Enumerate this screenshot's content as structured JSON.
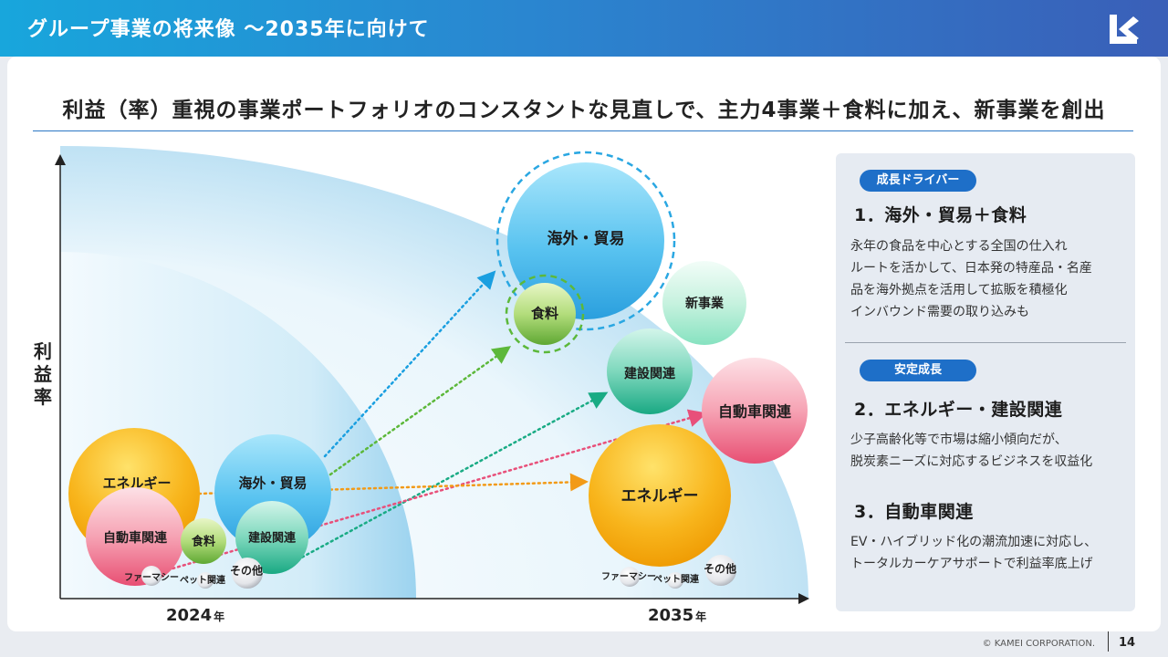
{
  "header": {
    "title": "グループ事業の将来像 ～2035年に向けて"
  },
  "subtitle": "利益（率）重視の事業ポートフォリオのコンスタントな見直しで、主力4事業＋食料に加え、新事業を創出",
  "chart": {
    "y_axis_label": "利益率",
    "x_2024": "2024",
    "x_2035": "2035",
    "year_suffix": "年"
  },
  "bubbles_2024": {
    "energy": "エネルギー",
    "overseas": "海外・貿易",
    "auto": "自動車関連",
    "food": "食料",
    "construction": "建設関連",
    "other": "その他",
    "pharmacy": "ファーマシー",
    "pet": "ペット関連"
  },
  "bubbles_2035": {
    "overseas": "海外・貿易",
    "food": "食料",
    "new_business": "新事業",
    "construction": "建設関連",
    "auto": "自動車関連",
    "energy": "エネルギー",
    "other": "その他",
    "pharmacy": "ファーマシー",
    "pet": "ペット関連"
  },
  "colors": {
    "header_start": "#18a6dc",
    "header_end": "#3a5fb8",
    "accent_blue": "#1e6fc8",
    "energy_orange": "#f5a300",
    "overseas_blue": "#3aaee6",
    "auto_pink": "#ec5a7c",
    "food_green": "#6fb43c",
    "construction_teal": "#1fb28f",
    "new_business_mint": "#8ee6c6"
  },
  "panel": {
    "growth_badge": "成長ドライバー",
    "item1_title": "1．海外・貿易＋食料",
    "item1_lines": [
      "永年の食品を中心とする全国の仕入れ",
      "ルートを活かして、日本発の特産品・名産",
      "品を海外拠点を活用して拡販を積極化",
      "インバウンド需要の取り込みも"
    ],
    "stable_badge": "安定成長",
    "item2_title": "2．エネルギー・建設関連",
    "item2_lines": [
      "少子高齢化等で市場は縮小傾向だが、",
      "脱炭素ニーズに対応するビジネスを収益化"
    ],
    "item3_title": "3．自動車関連",
    "item3_lines": [
      "EV・ハイブリッド化の潮流加速に対応し、",
      "トータルカーケアサポートで利益率底上げ"
    ]
  },
  "footer": {
    "copyright": "© KAMEI CORPORATION.",
    "page": "14"
  }
}
